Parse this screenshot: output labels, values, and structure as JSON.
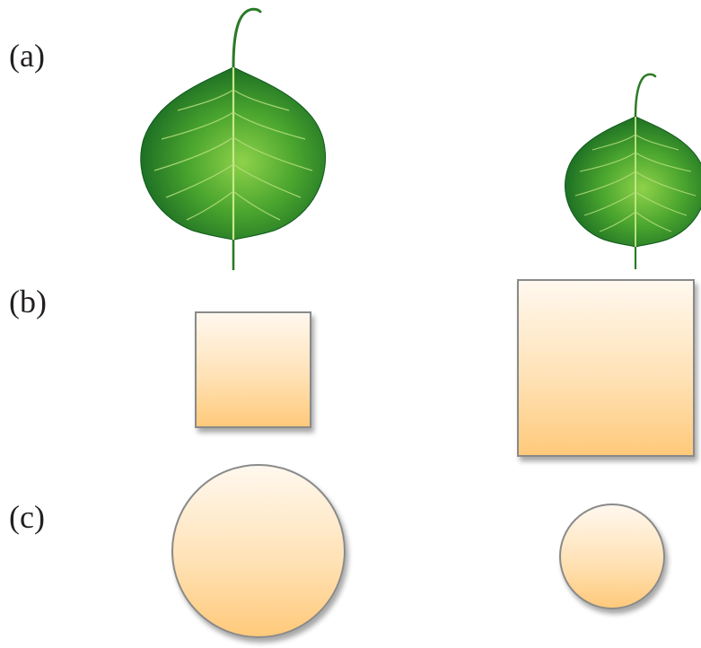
{
  "labels": {
    "a": "(a)",
    "b": "(b)",
    "c": "(c)"
  },
  "colors": {
    "shape_fill_top": "#fff8ef",
    "shape_fill_bottom": "#ffc97a",
    "shape_stroke": "#8a8a8a",
    "leaf_dark": "#0f5a1c",
    "leaf_light": "#72c43c",
    "leaf_vein": "#c6e98a"
  },
  "rows": [
    {
      "row": "a",
      "items": [
        "leaf-icon",
        "leaf-icon"
      ]
    },
    {
      "row": "b",
      "items": [
        "square-shape",
        "square-shape"
      ]
    },
    {
      "row": "c",
      "items": [
        "circle-shape",
        "circle-shape"
      ]
    }
  ]
}
